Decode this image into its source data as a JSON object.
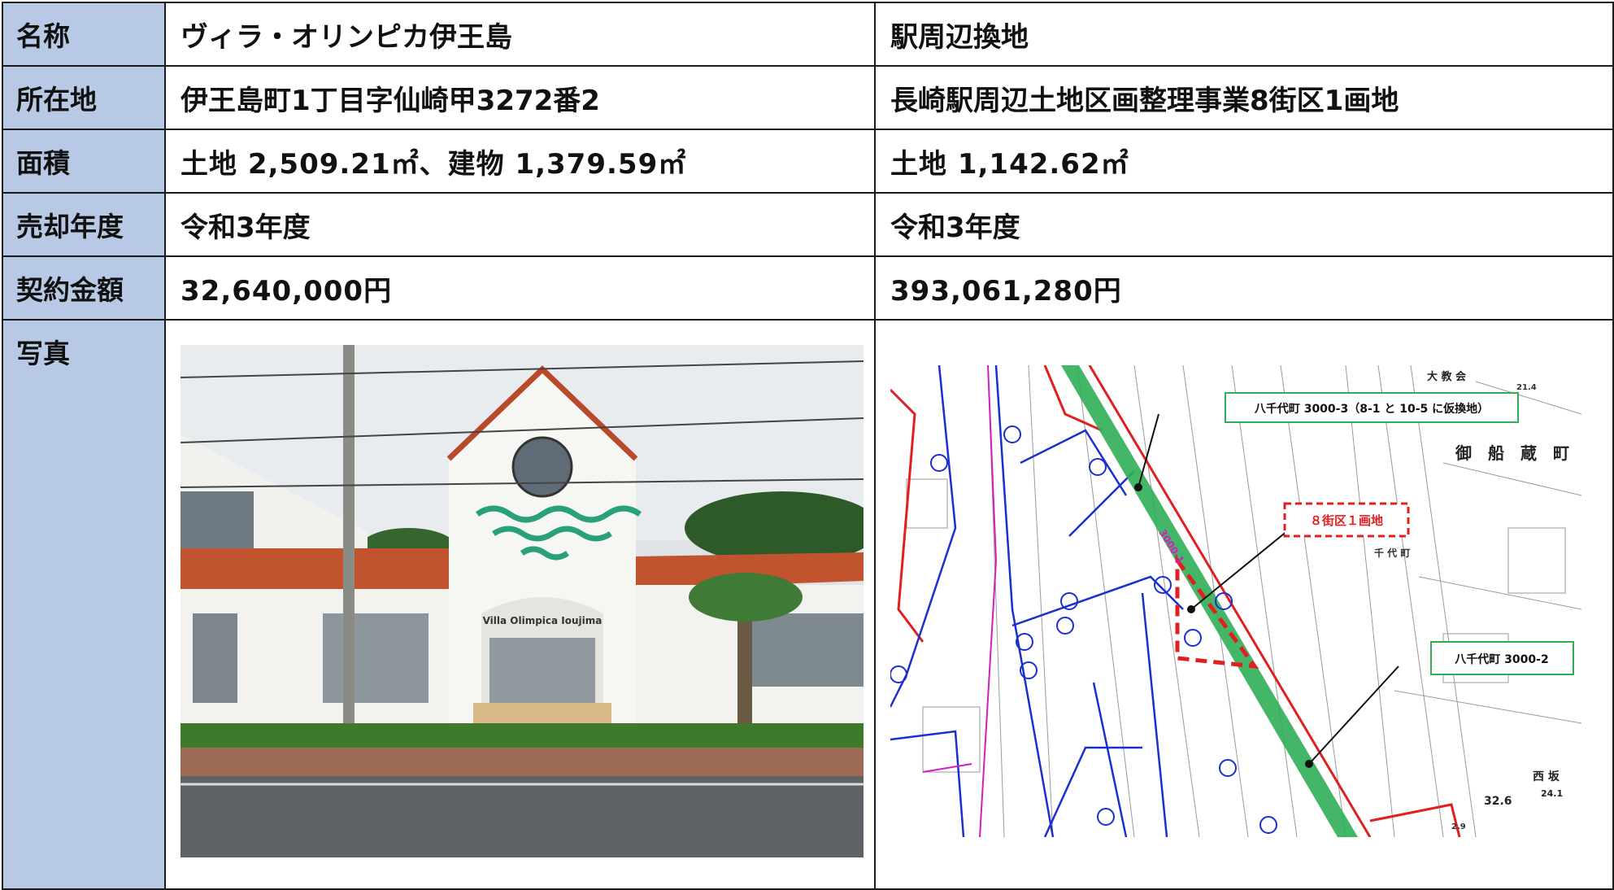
{
  "rows": {
    "name": {
      "label": "名称",
      "left": "ヴィラ・オリンピカ伊王島",
      "right": "駅周辺換地"
    },
    "location": {
      "label": "所在地",
      "left": "伊王島町1丁目字仙崎甲3272番2",
      "right": "長崎駅周辺土地区画整理事業8街区1画地"
    },
    "area": {
      "label": "面積",
      "left": "土地 2,509.21㎡、建物 1,379.59㎡",
      "right": "土地 1,142.62㎡"
    },
    "year": {
      "label": "売却年度",
      "left": "令和3年度",
      "right": "令和3年度"
    },
    "price": {
      "label": "契約金額",
      "left": "32,640,000円",
      "right": "393,061,280円"
    },
    "photo": {
      "label": "写真"
    }
  },
  "photo": {
    "sign": "Villa Olimpica Ioujima"
  },
  "map": {
    "callout_top": "八千代町 3000-3（8-1 と 10-5 に仮換地）",
    "callout_red": "８街区１画地",
    "callout_bottom": "八千代町 3000-2",
    "town_label": "御　船　蔵　町",
    "church": "大 教 会",
    "nishi": "西 坂",
    "num_a": "32.6",
    "num_b": "24.1",
    "num_c": "21.4",
    "num_d": "2.9",
    "chiyo": "千 代 町",
    "lot_num": "3000-1"
  },
  "colors": {
    "header_bg": "#b7c9e4",
    "map_red": "#e02020",
    "map_green": "#2fae57",
    "map_blue": "#1a2fd0",
    "map_magenta": "#d11fbf"
  }
}
